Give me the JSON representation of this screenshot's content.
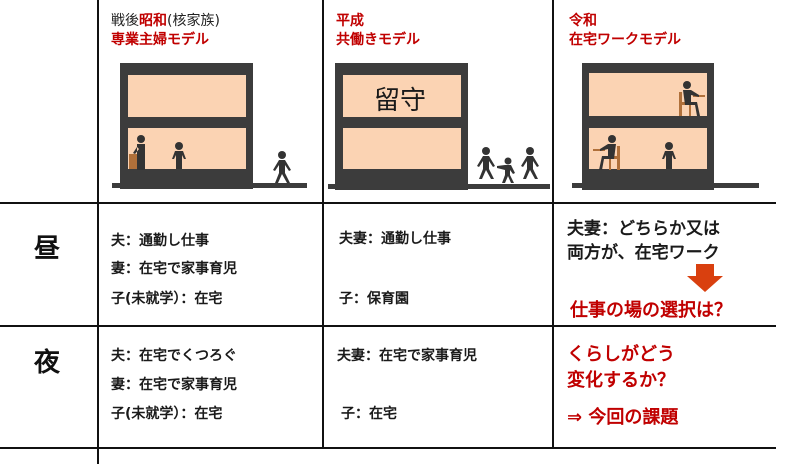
{
  "columns": [
    {
      "id": "showa",
      "title_line1_prefix": "戦後",
      "title_line1_red": "昭和",
      "title_line1_suffix": "(核家族)",
      "title_line2": "専業主婦モデル"
    },
    {
      "id": "heisei",
      "title_line1": "平成",
      "title_line2": "共働きモデル",
      "house_label": "留守"
    },
    {
      "id": "reiwa",
      "title_line1": "令和",
      "title_line2": "在宅ワークモデル"
    }
  ],
  "rows": [
    {
      "label": "昼",
      "showa": [
        "夫：通勤し仕事",
        "妻：在宅で家事育児",
        "子(未就学）：在宅"
      ],
      "heisei": [
        "夫妻：通勤し仕事",
        "子：保育園"
      ],
      "reiwa": [
        "夫妻：どちらか又は",
        "両方が、在宅ワーク"
      ],
      "reiwa_callout": "仕事の場の選択は？"
    },
    {
      "label": "夜",
      "showa": [
        "夫：在宅でくつろぐ",
        "妻：在宅で家事育児",
        "子(未就学）：在宅"
      ],
      "heisei": [
        "夫妻：在宅で家事育児",
        "子：在宅"
      ],
      "reiwa": [
        "くらしがどう",
        "変化するか？"
      ],
      "reiwa_callout": "⇒ 今回の課題"
    }
  ],
  "colors": {
    "accent_red": "#c00000",
    "arrow_orange": "#d9400f",
    "house_dark": "#3c3c3c",
    "room_peach": "#fbd3b3",
    "furniture_brown": "#b0703a"
  }
}
